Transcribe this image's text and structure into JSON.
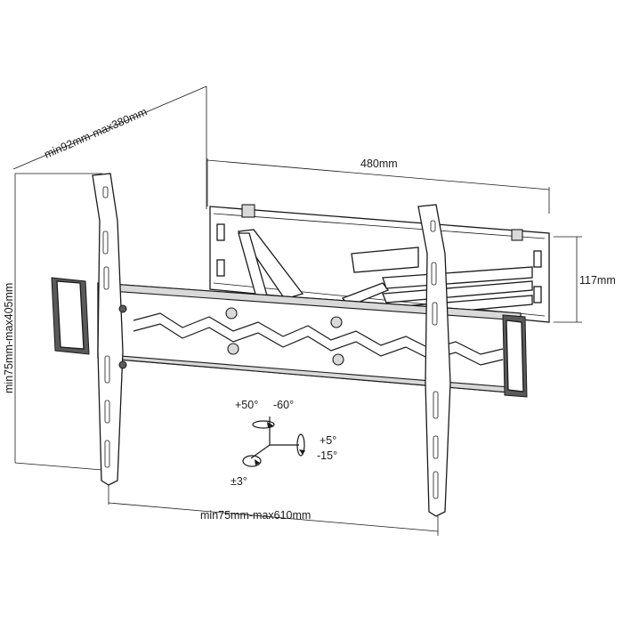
{
  "dimensions": {
    "depth": "min92mm-max380mm",
    "wall_plate_width": "480mm",
    "wall_plate_height": "117mm",
    "vertical_vesa": "min75mm-max405mm",
    "horizontal_vesa": "min75mm-max610mm"
  },
  "adjustments": {
    "swivel_left": "+50°",
    "swivel_right": "-60°",
    "tilt_up": "+5°",
    "tilt_down": "-15°",
    "rotation": "±3°"
  }
}
